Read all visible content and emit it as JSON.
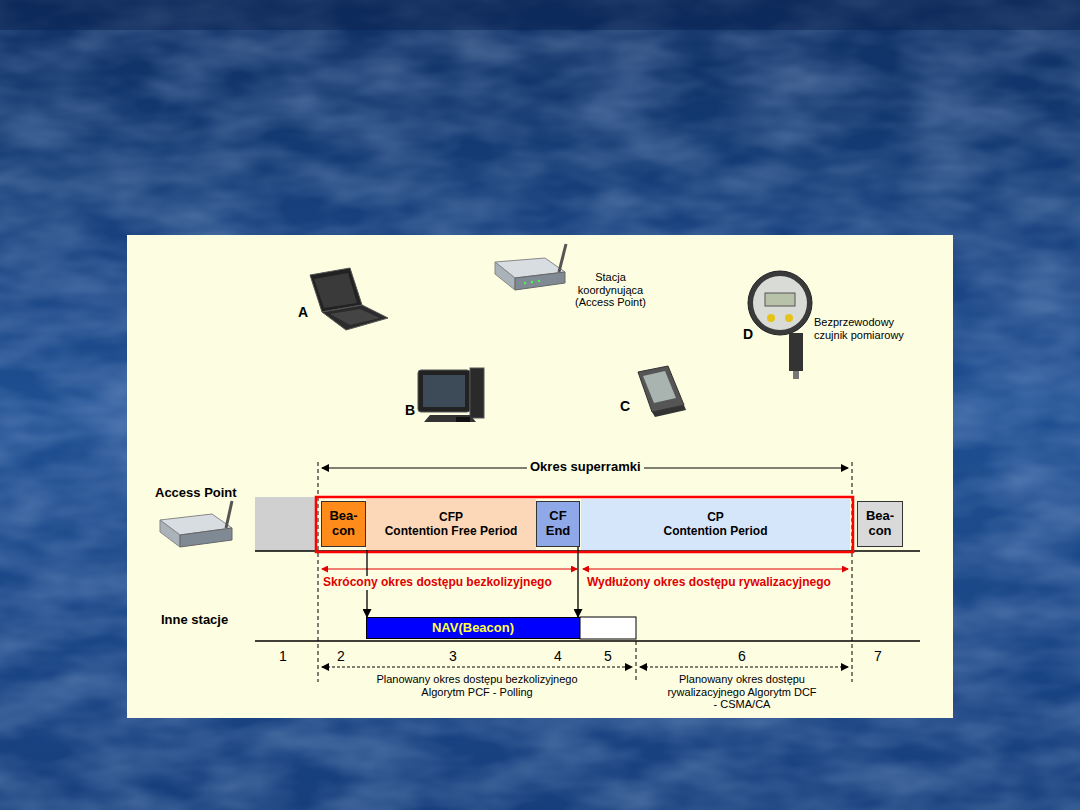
{
  "diagram": {
    "nodes": [
      {
        "text": [
          "Bea- con"
        ]
      },
      {
        "text": [
          "CFP",
          "Contention Free Period"
        ]
      },
      {
        "text": [
          "CF End"
        ]
      },
      {
        "text": [
          "CP",
          "Contention Period"
        ]
      },
      {
        "text": [
          "Bea- con"
        ]
      },
      {
        "text": [
          "NAV(Beacon)"
        ]
      }
    ],
    "edges": [
      {
        "from": 0,
        "to": 5,
        "arrow": "to"
      },
      {
        "from": 2,
        "to": 5,
        "arrow": "to"
      }
    ],
    "labels": [
      "A",
      "B",
      "C",
      "D",
      "Stacja koordynująca (Access Point)",
      "Bezprzewodowy czujnik pomiarowy",
      "Okres superramki",
      "Access Point",
      "Skrócony okres dostępu bezkolizyjnego",
      "Wydłużony okres dostępu rywalizacyjnego",
      "Inne stacje",
      "1",
      "2",
      "3",
      "4",
      "5",
      "6",
      "7",
      "Planowany okres dostępu bezkolizyjnego Algorytm PCF - Polling",
      "Planowany okres dostępu rywalizacyjnego Algorytm DCF - CSMA/CA"
    ]
  }
}
